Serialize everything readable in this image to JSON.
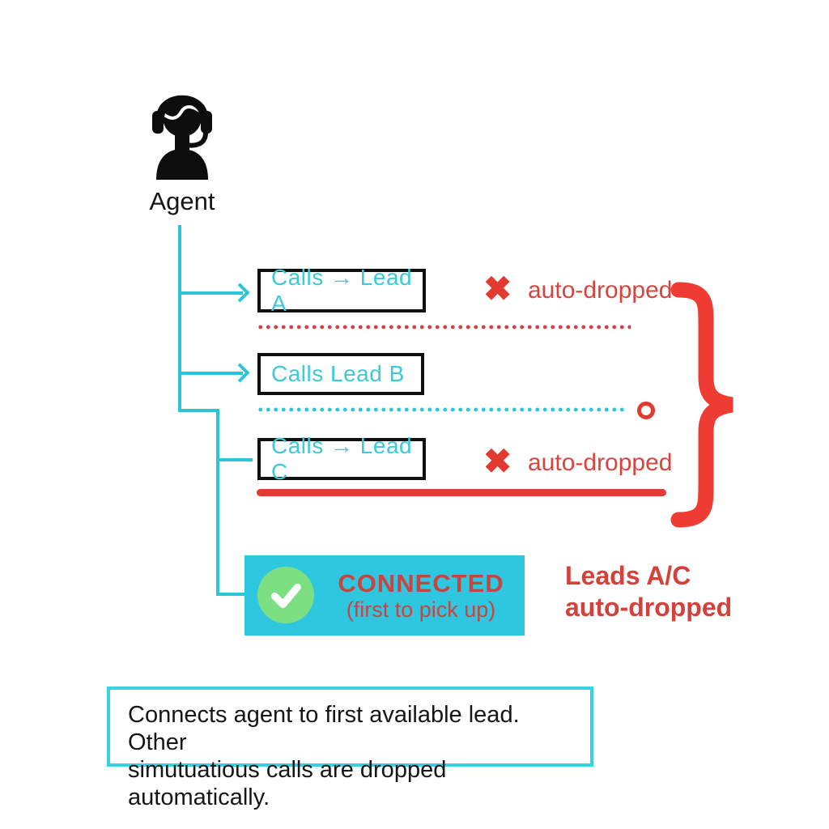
{
  "colors": {
    "cyan_line": "#2bc4d9",
    "cyan_box_text": "#3cc9d8",
    "connected_bg": "#2fc6e0",
    "footnote_border": "#3bcfe2",
    "red_text": "#d84440",
    "red_x": "#e23a31",
    "red_line": "#e23b33",
    "brace_red": "#ee3c34",
    "check_green": "#7ce083",
    "box_border_black": "#101010"
  },
  "agent": {
    "label": "Agent"
  },
  "icons": {
    "x": "✖"
  },
  "rows": [
    {
      "label": "Calls → Lead A",
      "status": "auto-dropped"
    },
    {
      "label": "Calls Lead B",
      "status": ""
    },
    {
      "label": "Calls → Lead C",
      "status": "auto-dropped"
    }
  ],
  "connected": {
    "title": "CONNECTED",
    "subtitle": "(first to pick up)"
  },
  "side_note": {
    "line1": "Leads A/C",
    "line2": "auto-dropped"
  },
  "footnote": "Connects agent to first available lead.  Other\nsimutuatious calls are dropped automatically."
}
